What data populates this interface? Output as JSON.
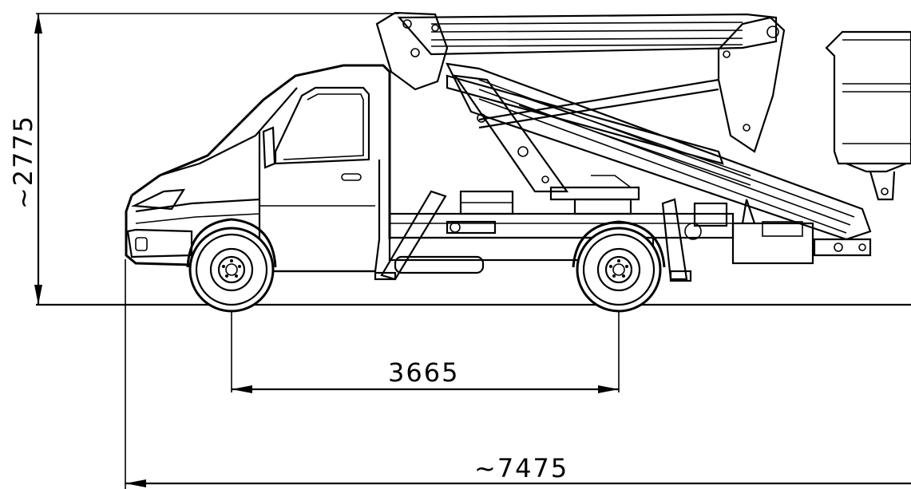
{
  "dimensions": {
    "height_label": "~2775",
    "wheelbase_label": "3665",
    "length_label": "~7475"
  }
}
